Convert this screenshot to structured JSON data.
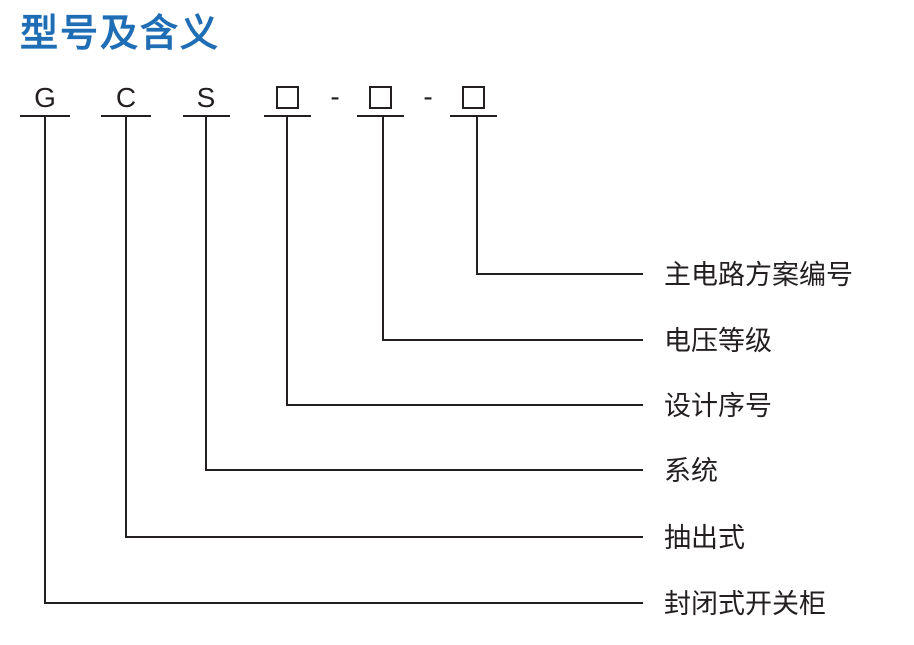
{
  "title": "型号及含义",
  "code": {
    "letters": [
      "G",
      "C",
      "S"
    ],
    "placeholder_count": 3,
    "separator": "-"
  },
  "meanings": [
    "主电路方案编号",
    "电压等级",
    "设计序号",
    "系统",
    "抽出式",
    "封闭式开关柜"
  ],
  "colors": {
    "title": "#1f6db5",
    "lines": "#231f20"
  }
}
